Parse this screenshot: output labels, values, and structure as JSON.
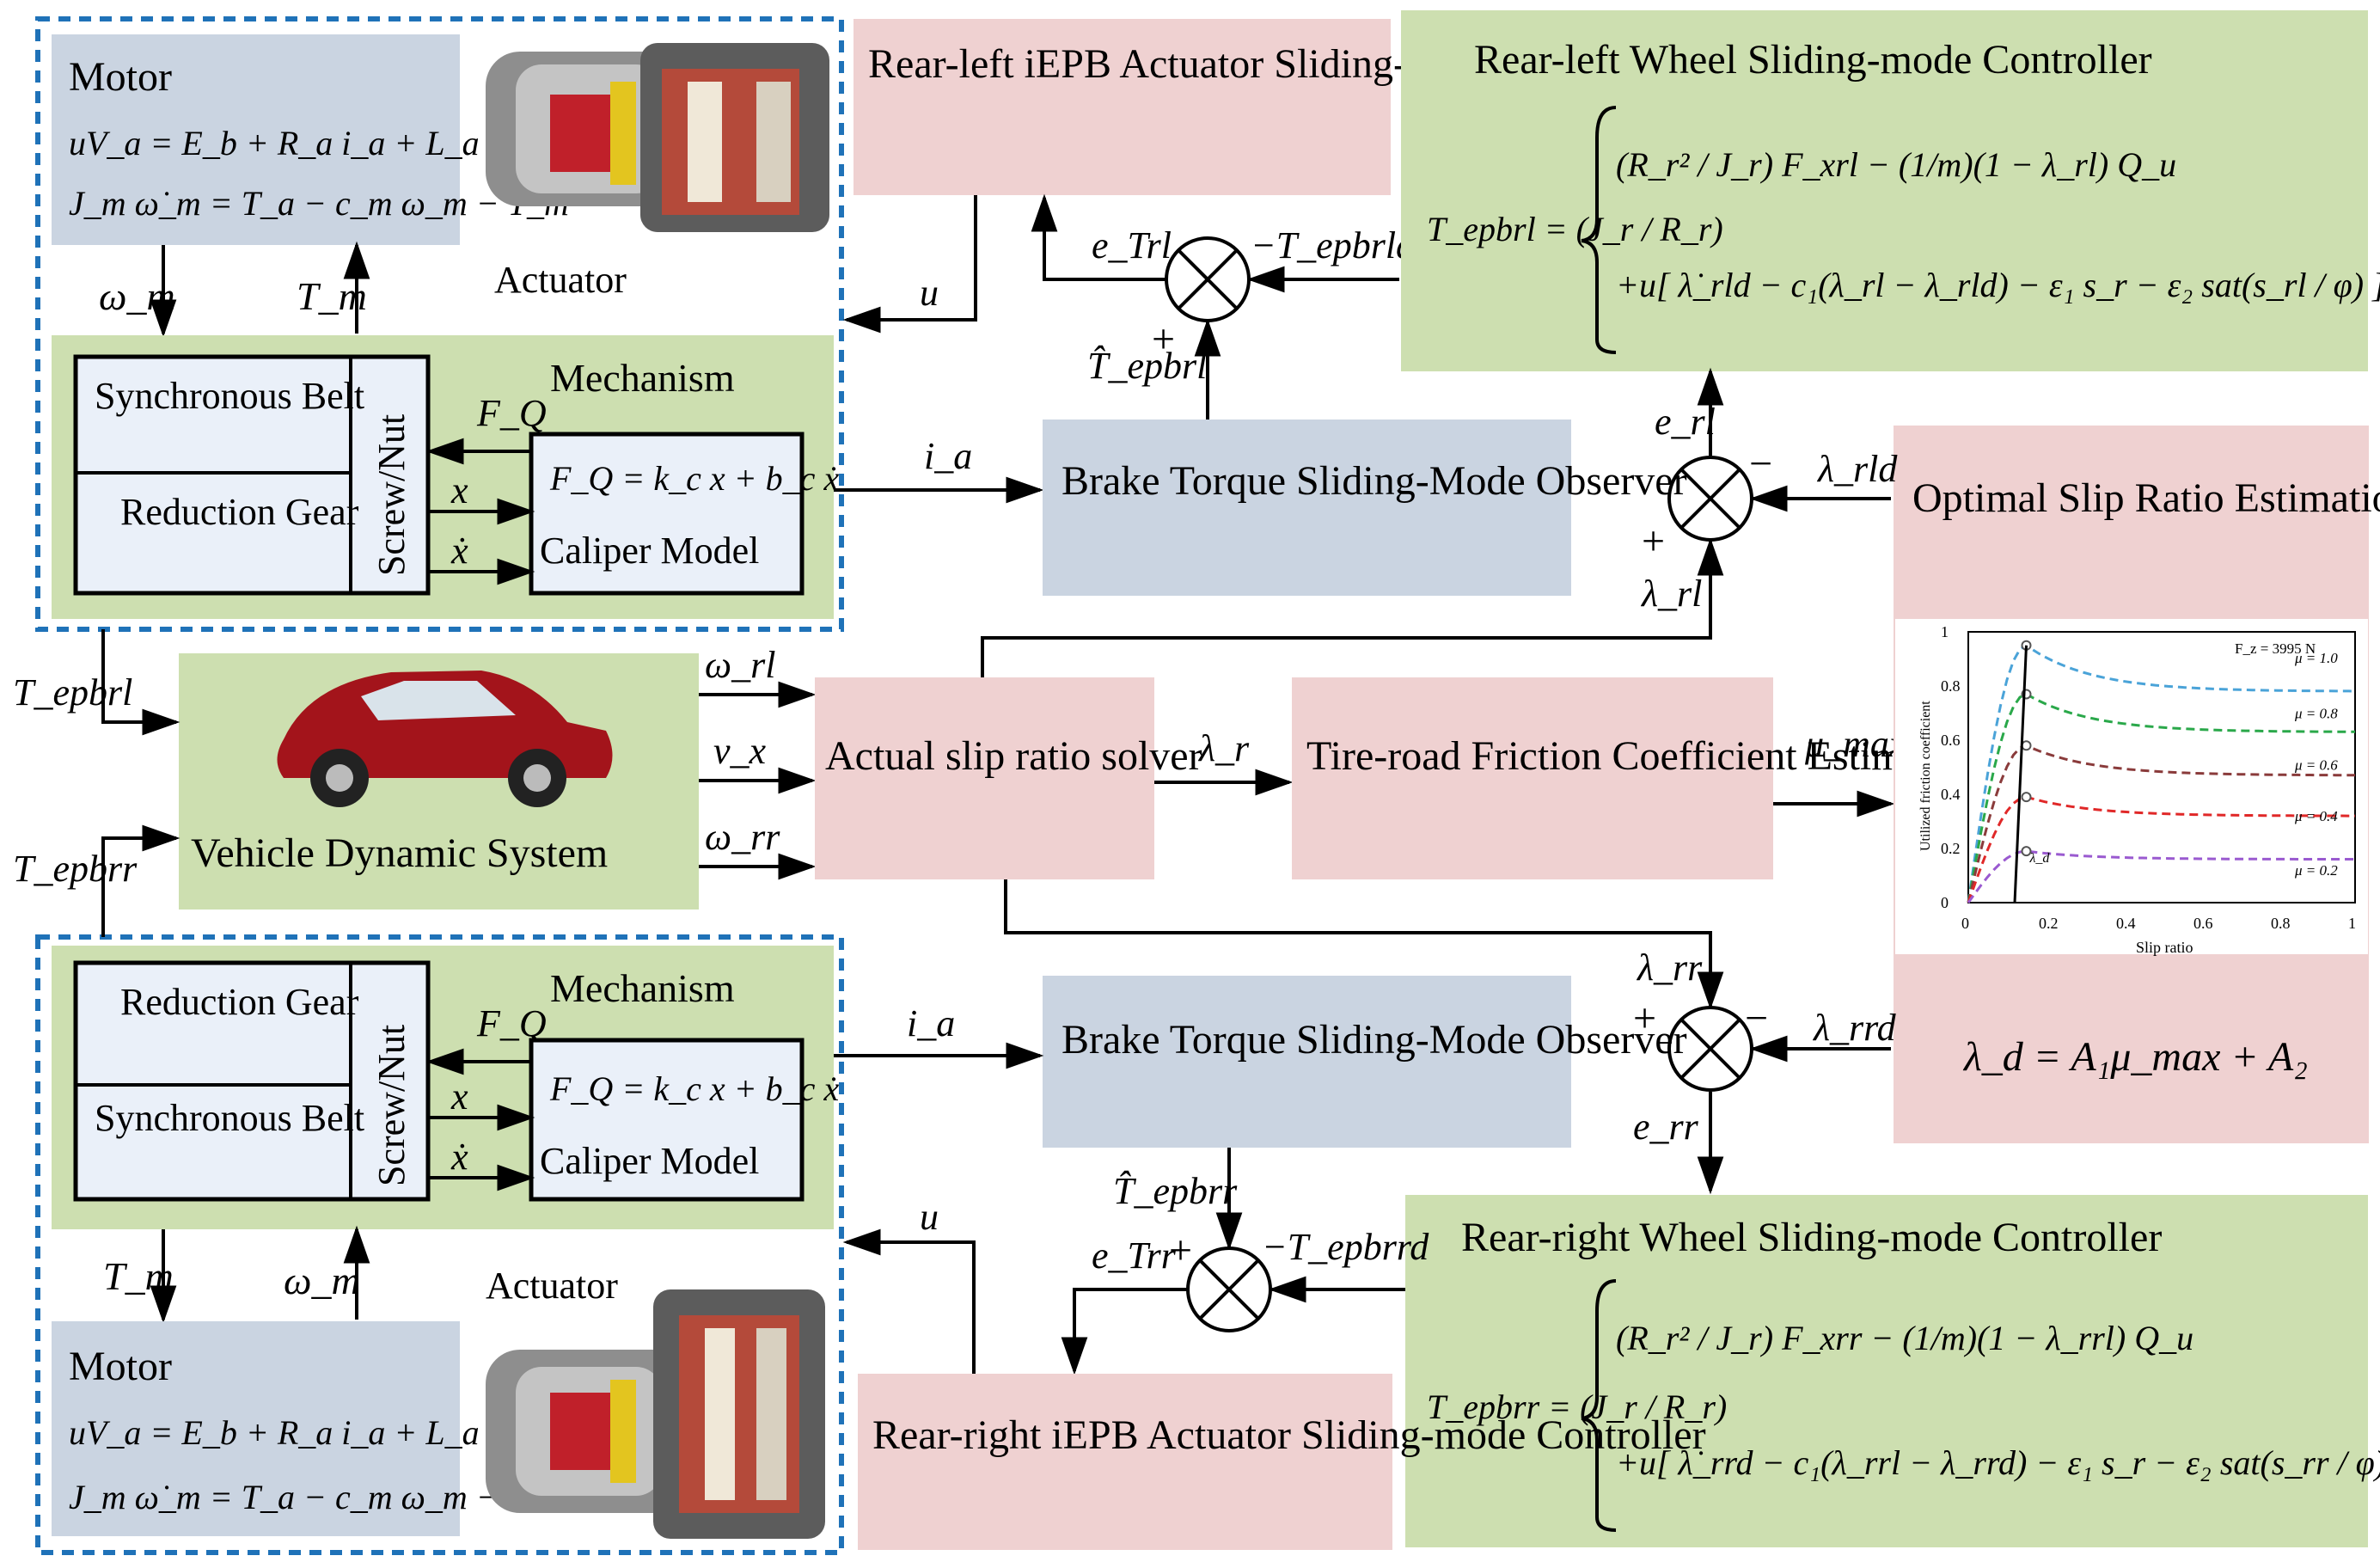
{
  "top_actuator": {
    "motor_title": "Motor",
    "motor_eq1": "uV_a = E_b + R_a i_a + L_a i̇_a",
    "motor_eq2": "J_m ω̇_m = T_a − c_m ω_m − T_m",
    "actuator_label": "Actuator",
    "omega_m": "ω_m",
    "T_m": "T_m",
    "mechanism_label": "Mechanism",
    "block1": "Synchronous Belt",
    "block2": "Reduction Gear",
    "screw_nut": "Screw/Nut",
    "FQ": "F_Q",
    "x": "x",
    "xdot": "ẋ",
    "caliper_eq": "F_Q = k_c x + b_c ẋ",
    "caliper_label": "Caliper Model"
  },
  "bottom_actuator": {
    "motor_title": "Motor",
    "motor_eq1": "uV_a = E_b + R_a i_a + L_a i̇_a",
    "motor_eq2": "J_m ω̇_m = T_a − c_m ω_m − T_m",
    "actuator_label": "Actuator",
    "omega_m": "ω_m",
    "T_m": "T_m",
    "mechanism_label": "Mechanism",
    "block1": "Reduction Gear",
    "block2": "Synchronous Belt",
    "screw_nut": "Screw/Nut",
    "FQ": "F_Q",
    "x": "x",
    "xdot": "ẋ",
    "caliper_eq": "F_Q = k_c x + b_c ẋ",
    "caliper_label": "Caliper Model"
  },
  "rl_actuator_controller": "Rear-left iEPB Actuator Sliding-mode Controller",
  "rr_actuator_controller": "Rear-right iEPB Actuator Sliding-mode Controller",
  "observer_top": "Brake Torque Sliding-Mode Observer",
  "observer_bottom": "Brake Torque Sliding-Mode Observer",
  "rl_wheel_controller": {
    "title": "Rear-left Wheel Sliding-mode Controller",
    "lhs": "T_epbrl = (J_r / R_r)",
    "line1": "(R_r² / J_r) F_xrl − (1/m)(1 − λ_rl) Q_u",
    "line2": "+u[ λ̇_rld − c₁(λ_rl − λ_rld) − ε₁ s_r − ε₂ sat(s_rl / φ) ]"
  },
  "rr_wheel_controller": {
    "title": "Rear-right Wheel Sliding-mode Controller",
    "lhs": "T_epbrr = (J_r / R_r)",
    "line1": "(R_r² / J_r) F_xrr − (1/m)(1 − λ_rrl) Q_u",
    "line2": "+u[ λ̇_rrd − c₁(λ_rrl − λ_rrd) − ε₁ s_r − ε₂ sat(s_rr / φ) ]"
  },
  "optimal_slip": {
    "title": "Optimal Slip Ratio Estimation",
    "formula": "λ_d = A₁μ_max + A₂"
  },
  "vehicle": "Vehicle Dynamic System",
  "slip_solver": "Actual slip ratio solver",
  "friction_estimation": "Tire-road Friction Coefficient Estimation",
  "signals": {
    "u_top": "u",
    "u_bottom": "u",
    "ia_top": "i_a",
    "ia_bottom": "i_a",
    "e_Trl": "e_Trl",
    "e_Trr": "e_Trr",
    "T_epbrld": "−T_epbrld",
    "T_epbrrd": "−T_epbrrd",
    "That_epbrl": "T̂_epbrl",
    "That_epbrr": "T̂_epbrr",
    "e_rl": "e_rl",
    "e_rr": "e_rr",
    "lambda_rld": "λ_rld",
    "lambda_rrd": "λ_rrd",
    "lambda_rl": "λ_rl",
    "lambda_rr": "λ_rr",
    "lambda_r": "λ_r",
    "mu_max": "μ_max",
    "omega_rl": "ω_rl",
    "omega_rr": "ω_rr",
    "v_x": "v_x",
    "T_epbrl": "T_epbrl",
    "T_epbrr": "T_epbrr",
    "plus": "+",
    "minus": "−"
  },
  "mu_chart": {
    "fz": "F_z = 3995 N",
    "ylabel": "Utilized friction coefficient",
    "xlabel": "Slip ratio",
    "lambda_d": "λ_d",
    "curves": [
      {
        "label": "μ = 1.0",
        "color": "#4aa3d8",
        "peak": 0.95,
        "tail": 0.78
      },
      {
        "label": "μ = 0.8",
        "color": "#2aa84a",
        "peak": 0.77,
        "tail": 0.63
      },
      {
        "label": "μ = 0.6",
        "color": "#8a3b3b",
        "peak": 0.58,
        "tail": 0.47
      },
      {
        "label": "μ = 0.4",
        "color": "#e02828",
        "peak": 0.39,
        "tail": 0.32
      },
      {
        "label": "μ = 0.2",
        "color": "#9a5ad0",
        "peak": 0.19,
        "tail": 0.16
      }
    ],
    "xticks": [
      "0",
      "0.2",
      "0.4",
      "0.6",
      "0.8",
      "1"
    ],
    "yticks": [
      "0",
      "0.2",
      "0.4",
      "0.6",
      "0.8",
      "1"
    ]
  }
}
